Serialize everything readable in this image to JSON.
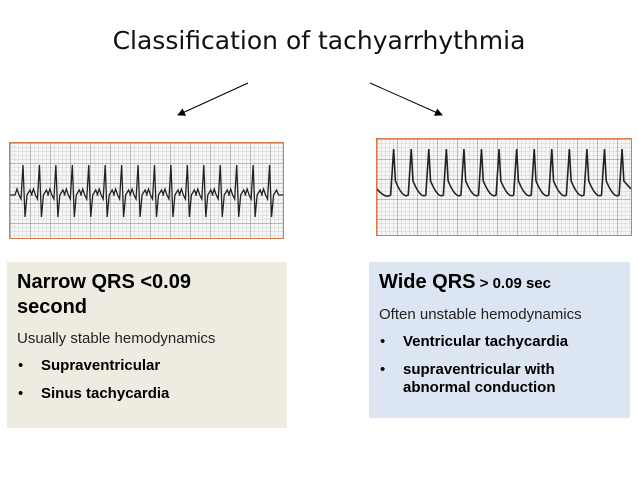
{
  "title": "Classification of tachyarrhythmia",
  "narrow": {
    "heading_line1": "Narrow QRS <0.09",
    "heading_line2": "second",
    "subtitle": "Usually stable hemodynamics",
    "items": [
      "Supraventricular",
      "Sinus tachycardia"
    ],
    "background": "#eeece1"
  },
  "wide": {
    "heading_main": "Wide QRS",
    "heading_small": " > 0.09 sec",
    "subtitle": "Often unstable hemodynamics",
    "items": [
      "Ventricular tachycardia",
      "supraventricular with abnormal conduction"
    ],
    "background": "#dce6f2"
  },
  "ecg_strips": {
    "narrow_complex_beats": 16,
    "wide_complex_beats": 14,
    "border_color": "#d97a4a"
  }
}
